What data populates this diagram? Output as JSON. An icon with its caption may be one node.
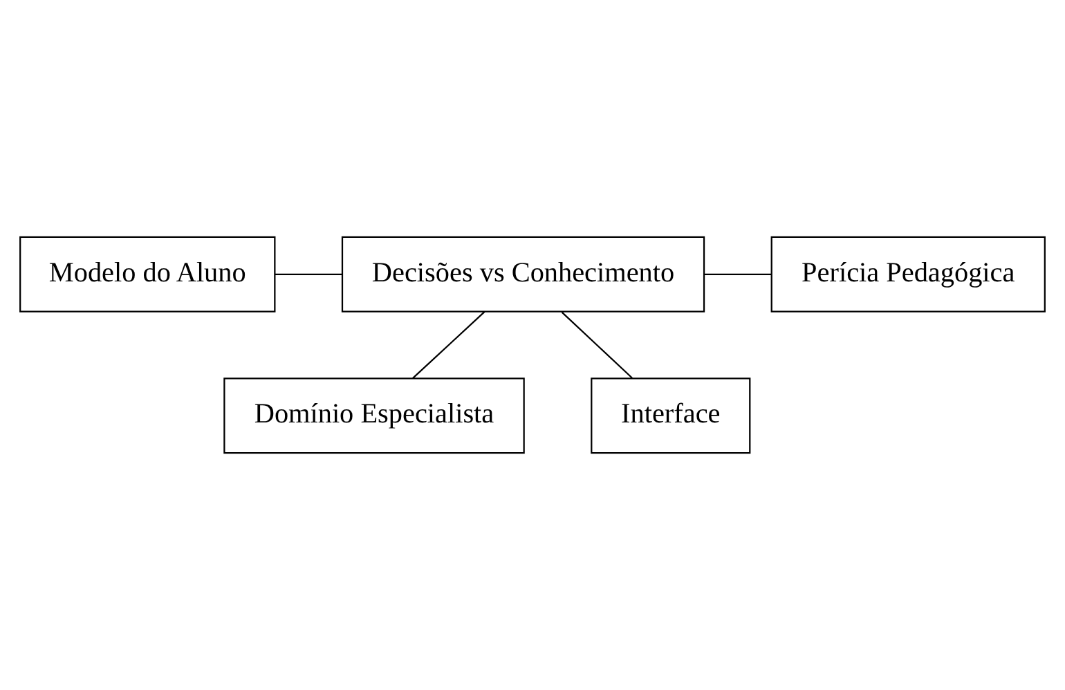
{
  "diagram": {
    "nodes": [
      {
        "text": [
          "Domínio Especialista"
        ]
      },
      {
        "text": [
          "Modelo do Aluno"
        ]
      },
      {
        "text": [
          "Decisões vs Conhecimento"
        ]
      },
      {
        "text": [
          "Perícia Pedagógica"
        ]
      },
      {
        "text": [
          "Interface"
        ]
      }
    ],
    "edges": [
      {
        "from": 2,
        "to": 0,
        "arrow": "none"
      },
      {
        "from": 2,
        "to": 1,
        "arrow": "none"
      },
      {
        "from": 2,
        "to": 3,
        "arrow": "none"
      },
      {
        "from": 2,
        "to": 4,
        "arrow": "none"
      }
    ]
  }
}
